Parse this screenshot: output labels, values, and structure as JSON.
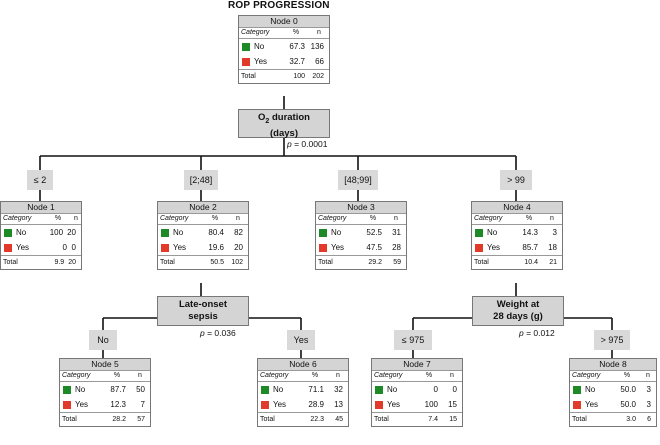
{
  "title": "ROP PROGRESSION",
  "columns": {
    "category": "Category",
    "percent": "%",
    "n": "n"
  },
  "labels": {
    "no": "No",
    "yes": "Yes",
    "total": "Total"
  },
  "colors": {
    "no": "#1e8a27",
    "yes": "#e23a2a"
  },
  "nodes": [
    {
      "id": "Node 0",
      "no_pct": "67.3",
      "no_n": "136",
      "yes_pct": "32.7",
      "yes_n": "66",
      "total_pct": "100",
      "total_n": "202"
    },
    {
      "id": "Node 1",
      "no_pct": "100",
      "no_n": "20",
      "yes_pct": "0",
      "yes_n": "0",
      "total_pct": "9.9",
      "total_n": "20"
    },
    {
      "id": "Node 2",
      "no_pct": "80.4",
      "no_n": "82",
      "yes_pct": "19.6",
      "yes_n": "20",
      "total_pct": "50.5",
      "total_n": "102"
    },
    {
      "id": "Node 3",
      "no_pct": "52.5",
      "no_n": "31",
      "yes_pct": "47.5",
      "yes_n": "28",
      "total_pct": "29.2",
      "total_n": "59"
    },
    {
      "id": "Node 4",
      "no_pct": "14.3",
      "no_n": "3",
      "yes_pct": "85.7",
      "yes_n": "18",
      "total_pct": "10.4",
      "total_n": "21"
    },
    {
      "id": "Node 5",
      "no_pct": "87.7",
      "no_n": "50",
      "yes_pct": "12.3",
      "yes_n": "7",
      "total_pct": "28.2",
      "total_n": "57"
    },
    {
      "id": "Node 6",
      "no_pct": "71.1",
      "no_n": "32",
      "yes_pct": "28.9",
      "yes_n": "13",
      "total_pct": "22.3",
      "total_n": "45"
    },
    {
      "id": "Node 7",
      "no_pct": "0",
      "no_n": "0",
      "yes_pct": "100",
      "yes_n": "15",
      "total_pct": "7.4",
      "total_n": "15"
    },
    {
      "id": "Node 8",
      "no_pct": "50.0",
      "no_n": "3",
      "yes_pct": "50.0",
      "yes_n": "3",
      "total_pct": "3.0",
      "total_n": "6"
    }
  ],
  "splits": {
    "o2": {
      "line1_main": "O",
      "line1_sub": "2",
      "line1_rest": " duration",
      "line2": "(days)",
      "p_label": "p",
      "p_value": " = 0.0001"
    },
    "sepsis": {
      "line1": "Late-onset",
      "line2": "sepsis",
      "p_label": "p",
      "p_value": " = 0.036"
    },
    "weight": {
      "line1": "Weight at",
      "line2": "28 days (g)",
      "p_label": "p",
      "p_value": " = 0.012"
    }
  },
  "branches": {
    "le2": "≤ 2",
    "b2_48": "[2;48]",
    "b48_99": "[48;99]",
    "gt99": "> 99",
    "no": "No",
    "yes": "Yes",
    "le975": "≤ 975",
    "gt975": "> 975"
  }
}
